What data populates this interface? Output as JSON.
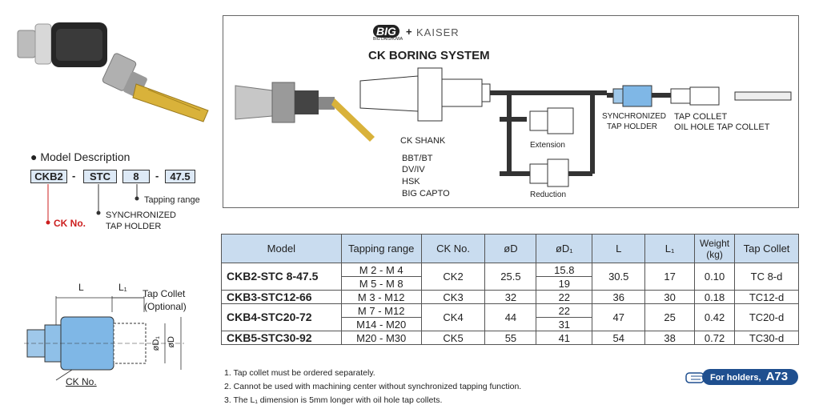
{
  "model_description": {
    "title": "Model Description",
    "codes": [
      "CKB2",
      "STC",
      "8",
      "47.5"
    ],
    "ck_no": "CK No.",
    "holder": [
      "SYNCHRONIZED",
      "TAP HOLDER"
    ],
    "tapping_range": "Tapping range"
  },
  "system": {
    "brand_big": "BIG",
    "brand_sub": "BIG DAISHOWA",
    "brand_kaiser": "KAISER",
    "title": "CK BORING SYSTEM",
    "shank_label": "CK SHANK",
    "shank_types": [
      "BBT/BT",
      "DV/IV",
      "HSK",
      "BIG CAPTO"
    ],
    "extension": "Extension",
    "reduction": "Reduction",
    "sync_holder": [
      "SYNCHRONIZED",
      "TAP HOLDER"
    ],
    "tap_collet": [
      "TAP COLLET",
      "OIL HOLE TAP COLLET"
    ]
  },
  "table": {
    "headers": [
      "Model",
      "Tapping range",
      "CK No.",
      "øD",
      "øD₁",
      "L",
      "L₁",
      "Weight (kg)",
      "Tap Collet"
    ],
    "rows": [
      {
        "model": "CKB2-STC  8-47.5",
        "ranges": [
          "M 2 - M 4",
          "M 5 - M 8"
        ],
        "ck": "CK2",
        "d": "25.5",
        "d1": [
          "15.8",
          "19"
        ],
        "l": "30.5",
        "l1": "17",
        "w": "0.10",
        "tc": "TC  8-d"
      },
      {
        "model": "CKB3-STC12-66",
        "ranges": [
          "M 3 - M12"
        ],
        "ck": "CK3",
        "d": "32",
        "d1": [
          "22"
        ],
        "l": "36",
        "l1": "30",
        "w": "0.18",
        "tc": "TC12-d"
      },
      {
        "model": "CKB4-STC20-72",
        "ranges": [
          "M 7 - M12",
          "M14 - M20"
        ],
        "ck": "CK4",
        "d": "44",
        "d1": [
          "22",
          "31"
        ],
        "l": "47",
        "l1": "25",
        "w": "0.42",
        "tc": "TC20-d"
      },
      {
        "model": "CKB5-STC30-92",
        "ranges": [
          "M20 - M30"
        ],
        "ck": "CK5",
        "d": "55",
        "d1": [
          "41"
        ],
        "l": "54",
        "l1": "38",
        "w": "0.72",
        "tc": "TC30-d"
      }
    ]
  },
  "notes": [
    "1. Tap collet must be ordered separately.",
    "2. Cannot be used with machining center without synchronized tapping function.",
    "3. The L₁ dimension is 5mm longer with oil hole tap collets."
  ],
  "holders_link": {
    "label": "For holders,",
    "page": "A73"
  },
  "drawing": {
    "l": "L",
    "l1": "L₁",
    "tap_collet": [
      "Tap Collet",
      "(Optional)"
    ],
    "d1": "øD₁",
    "d": "øD",
    "ck_no": "CK No."
  },
  "colors": {
    "header_bg": "#c9dcef",
    "accent_red": "#cc1f1f",
    "link_blue": "#1f4f8f"
  }
}
